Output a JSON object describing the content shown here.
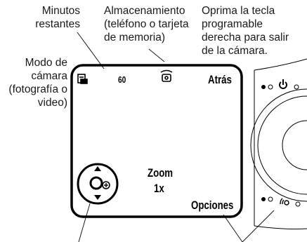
{
  "callouts": {
    "minutes": "Minutos\nrestantes",
    "storage": "Almacenamiento\n(teléfono o tarjeta\nde memoria)",
    "exit": "Oprima la tecla\nprogramable\nderecha para salir\nde la cámara.",
    "mode": "Modo de\ncámara\n(fotografía o\nvideo)"
  },
  "screen": {
    "minutes_value": "60",
    "right_softkey": "Atrás",
    "zoom_label": "Zoom",
    "zoom_value": "1x",
    "left_softkey": "Opciones"
  },
  "icons": {
    "camera_mode": "camera-mode-icon",
    "storage": "phone-storage-icon",
    "navigation": "nav-key-zoom-icon",
    "end_key": "power-end-key-icon",
    "voice_key": "voice-key-icon"
  }
}
